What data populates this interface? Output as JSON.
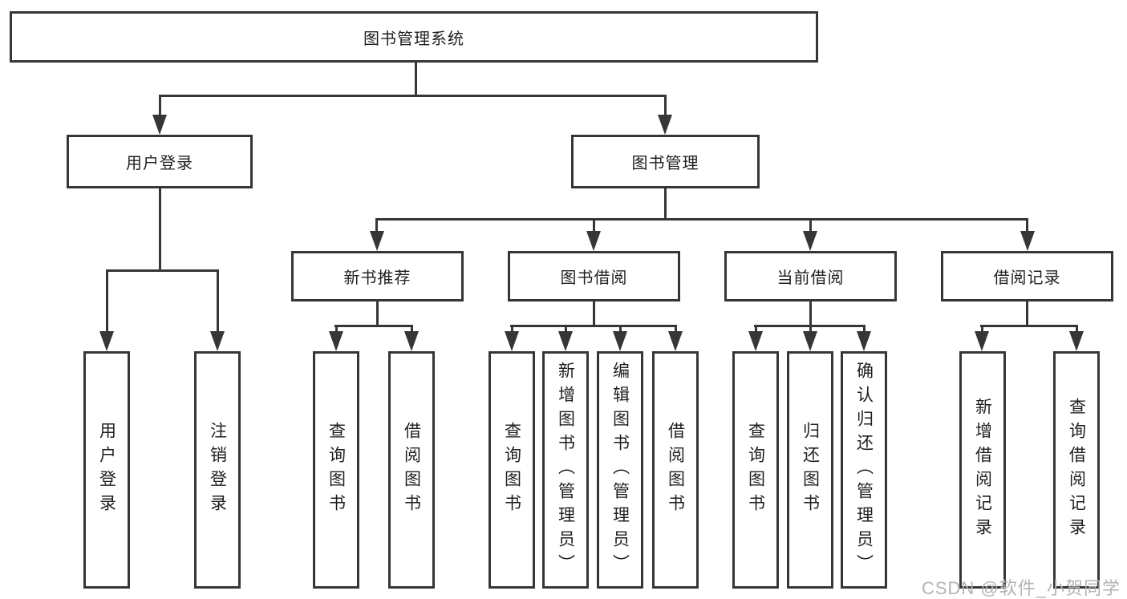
{
  "diagram": {
    "root": "图书管理系统",
    "level2": [
      "用户登录",
      "图书管理"
    ],
    "level3": [
      "新书推荐",
      "图书借阅",
      "当前借阅",
      "借阅记录"
    ],
    "leaves": {
      "userLogin": [
        "用户登录",
        "注销登录"
      ],
      "newBookRec": [
        "查询图书",
        "借阅图书"
      ],
      "bookBorrow": [
        "查询图书",
        "新增图书（管理员）",
        "编辑图书（管理员）",
        "借阅图书"
      ],
      "currentBorrow": [
        "查询图书",
        "归还图书",
        "确认归还（管理员）"
      ],
      "borrowRecords": [
        "新增借阅记录",
        "查询借阅记录"
      ]
    }
  },
  "watermark": "CSDN @软件_小贺同学",
  "colors": {
    "line": "#363636",
    "text": "#1f1f1f",
    "watermark_color": "#b3b3b3",
    "background": "#ffffff"
  }
}
